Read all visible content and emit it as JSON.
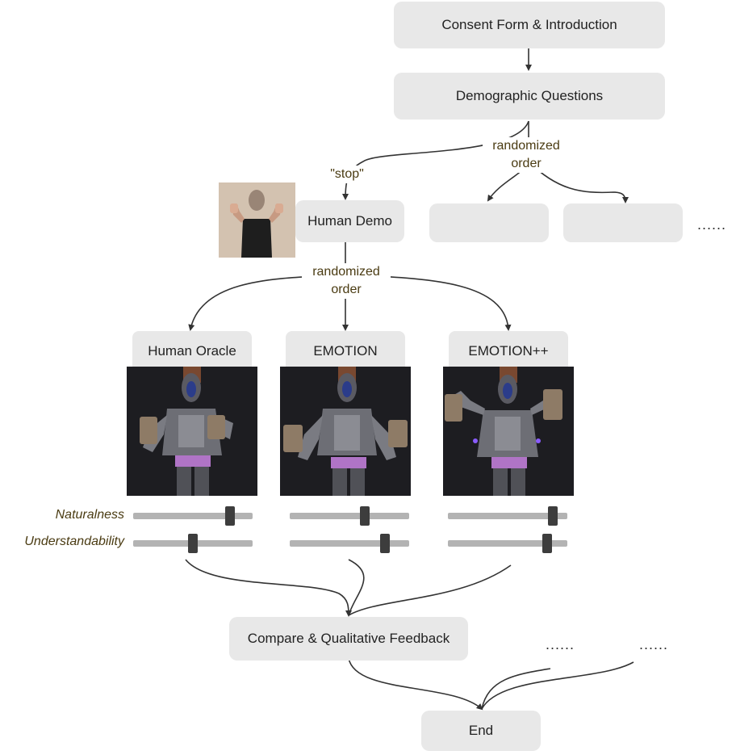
{
  "steps": {
    "consent": "Consent Form & Introduction",
    "demographic": "Demographic Questions",
    "human_demo": "Human Demo",
    "compare": "Compare & Qualitative Feedback",
    "end": "End"
  },
  "labels": {
    "randomized_order_top": "randomized\norder",
    "randomized_order_mid": "randomized\norder",
    "stop_command": "\"stop\"",
    "ellipsis": "......"
  },
  "conditions": [
    {
      "name": "Human Oracle"
    },
    {
      "name": "EMOTION"
    },
    {
      "name": "EMOTION++"
    }
  ],
  "ratings": {
    "dimensions": [
      "Naturalness",
      "Understandability"
    ],
    "values": {
      "Human Oracle": {
        "Naturalness": 0.81,
        "Understandability": 0.5
      },
      "EMOTION": {
        "Naturalness": 0.63,
        "Understandability": 0.8
      },
      "EMOTION++": {
        "Naturalness": 0.88,
        "Understandability": 0.83
      }
    }
  },
  "colors": {
    "box_fill": "#e8e8e8",
    "label_text": "#4a3b12",
    "slider_track": "#b3b3b3",
    "slider_knob": "#3d3d3d",
    "arrow": "#333333"
  }
}
